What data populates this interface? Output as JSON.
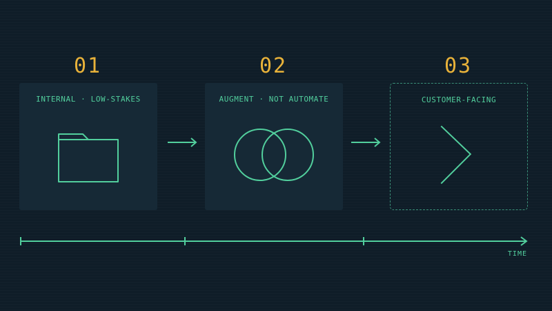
{
  "steps": [
    {
      "number": "01",
      "label": "INTERNAL · LOW-STAKES",
      "icon": "folder-icon",
      "style": "solid"
    },
    {
      "number": "02",
      "label": "AUGMENT · NOT AUTOMATE",
      "icon": "overlapping-circles-icon",
      "style": "solid"
    },
    {
      "number": "03",
      "label": "CUSTOMER-FACING",
      "icon": "chevron-right-icon",
      "style": "dashed"
    }
  ],
  "timeline": {
    "label": "TIME"
  },
  "colors": {
    "background": "#0f1d28",
    "card": "#162936",
    "accent_green": "#52cf9d",
    "accent_yellow": "#e8b23a"
  }
}
